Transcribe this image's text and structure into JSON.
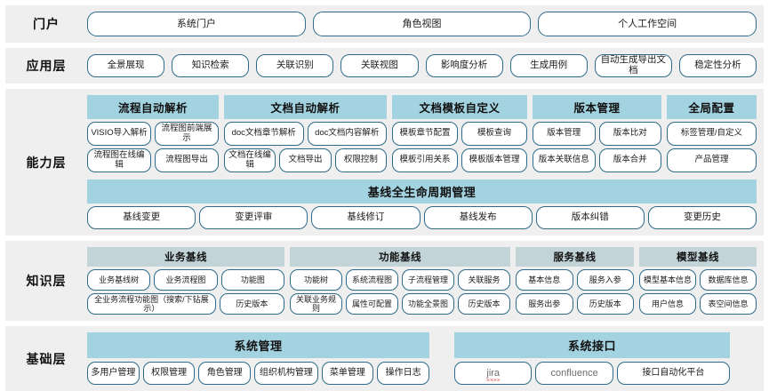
{
  "layers": [
    {
      "id": "portal",
      "label": "门户",
      "items": [
        "系统门户",
        "角色视图",
        "个人工作空间"
      ]
    },
    {
      "id": "application",
      "label": "应用层",
      "items": [
        "全景展现",
        "知识检索",
        "关联识别",
        "关联视图",
        "影响度分析",
        "生成用例",
        "自动生成导出文档",
        "稳定性分析"
      ]
    },
    {
      "id": "capability",
      "label": "能力层",
      "groups": [
        {
          "title": "流程自动解析",
          "rows": [
            [
              "VISIO导入解析",
              "流程图前端展示"
            ],
            [
              "流程图在线编辑",
              "流程图导出"
            ]
          ]
        },
        {
          "title": "文档自动解析",
          "rows": [
            [
              "doc文档章节解析",
              "doc文档内容解析"
            ],
            [
              "文档在线编辑",
              "文档导出",
              "权限控制"
            ]
          ]
        },
        {
          "title": "文档模板自定义",
          "rows": [
            [
              "模板章节配置",
              "模板查询"
            ],
            [
              "模板引用关系",
              "模板版本管理"
            ]
          ]
        },
        {
          "title": "版本管理",
          "rows": [
            [
              "版本管理",
              "版本比对"
            ],
            [
              "版本关联信息",
              "版本合并"
            ]
          ]
        },
        {
          "title": "全局配置",
          "rows": [
            [
              "标签管理/自定义"
            ],
            [
              "产品管理"
            ]
          ]
        }
      ],
      "lifecycle": {
        "title": "基线全生命周期管理",
        "items": [
          "基线变更",
          "变更评审",
          "基线修订",
          "基线发布",
          "版本纠错",
          "变更历史"
        ]
      }
    },
    {
      "id": "knowledge",
      "label": "知识层",
      "groups": [
        {
          "title": "业务基线",
          "rows": [
            [
              "业务基线树",
              "业务流程图",
              "功能图"
            ],
            [
              "全业务流程功能图（搜索/下钻展示）",
              "历史版本"
            ]
          ]
        },
        {
          "title": "功能基线",
          "rows": [
            [
              "功能树",
              "系统流程图",
              "子流程管理",
              "关联服务"
            ],
            [
              "关联业务规则",
              "属性可配置",
              "功能全景图",
              "历史版本"
            ]
          ]
        },
        {
          "title": "服务基线",
          "rows": [
            [
              "基本信息",
              "服务入参"
            ],
            [
              "服务出参",
              "历史版本"
            ]
          ]
        },
        {
          "title": "模型基线",
          "rows": [
            [
              "模型基本信息",
              "数据库信息"
            ],
            [
              "用户信息",
              "表空间信息"
            ]
          ]
        }
      ]
    },
    {
      "id": "foundation",
      "label": "基础层",
      "columns": [
        {
          "title": "系统管理",
          "items": [
            "多用户管理",
            "权限管理",
            "角色管理",
            "组织机构管理",
            "菜单管理",
            "操作日志"
          ]
        },
        {
          "title": "系统接口",
          "items": [
            "jira",
            "confluence",
            "接口自动化平台"
          ],
          "spellcheck_item": "jira",
          "muted_items": [
            "jira",
            "confluence"
          ]
        }
      ]
    }
  ],
  "colors": {
    "band_background": "#efefef",
    "pill_border": "#2e6b8a",
    "capability_header": "#a3d2e0",
    "knowledge_header": "#c3d4d8",
    "spellcheck_underline": "#e01b1b",
    "page_background": "#ffffff"
  }
}
